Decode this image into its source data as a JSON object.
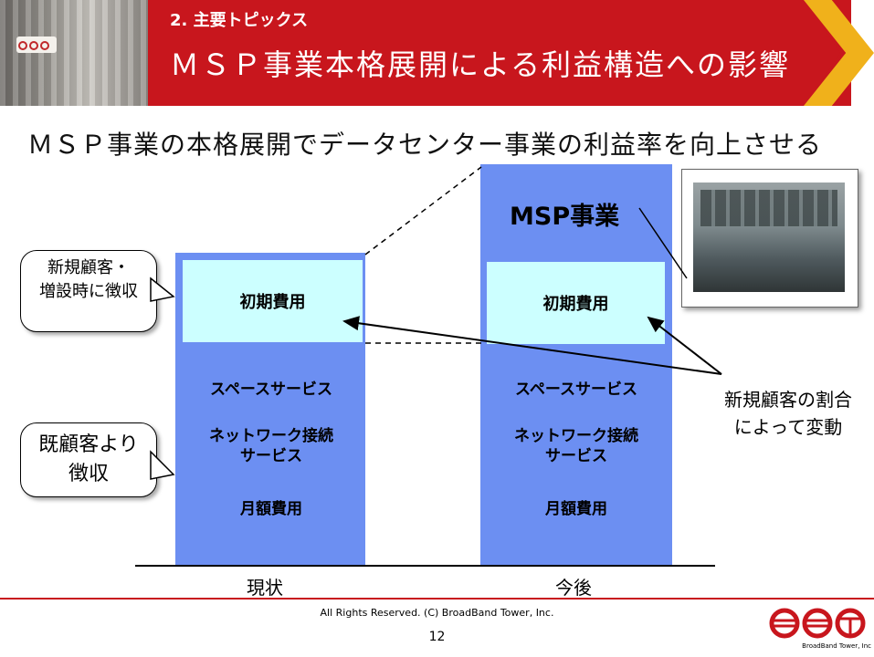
{
  "header": {
    "section": "2. 主要トピックス",
    "title": "ＭＳＰ事業本格展開による利益構造への影響",
    "colors": {
      "band": "#c8161d",
      "chevron": "#f0b11b"
    }
  },
  "headline": "ＭＳＰ事業の本格展開でデータセンター事業の利益率を向上させる",
  "chart": {
    "bars": [
      {
        "xlabel": "現状",
        "initial_cost": "初期費用",
        "items": [
          "スペースサービス",
          "ネットワーク接続\nサービス",
          "月額費用"
        ]
      },
      {
        "xlabel": "今後",
        "top_label": "MSP事業",
        "initial_cost": "初期費用",
        "items": [
          "スペースサービス",
          "ネットワーク接続\nサービス",
          "月額費用"
        ]
      }
    ],
    "colors": {
      "bar": "#6c8ff2",
      "initial": "#ccffff"
    }
  },
  "callouts": {
    "new_customers": "新規顧客・\n増設時に徴収",
    "existing_customers": "既顧客より\n徴収"
  },
  "right_note": "新規顧客の割合\nによって変動",
  "footer": {
    "copyright": "All Rights Reserved. (C) BroadBand Tower, Inc.",
    "page": "12",
    "logo_text": "BroadBand Tower, Inc"
  }
}
